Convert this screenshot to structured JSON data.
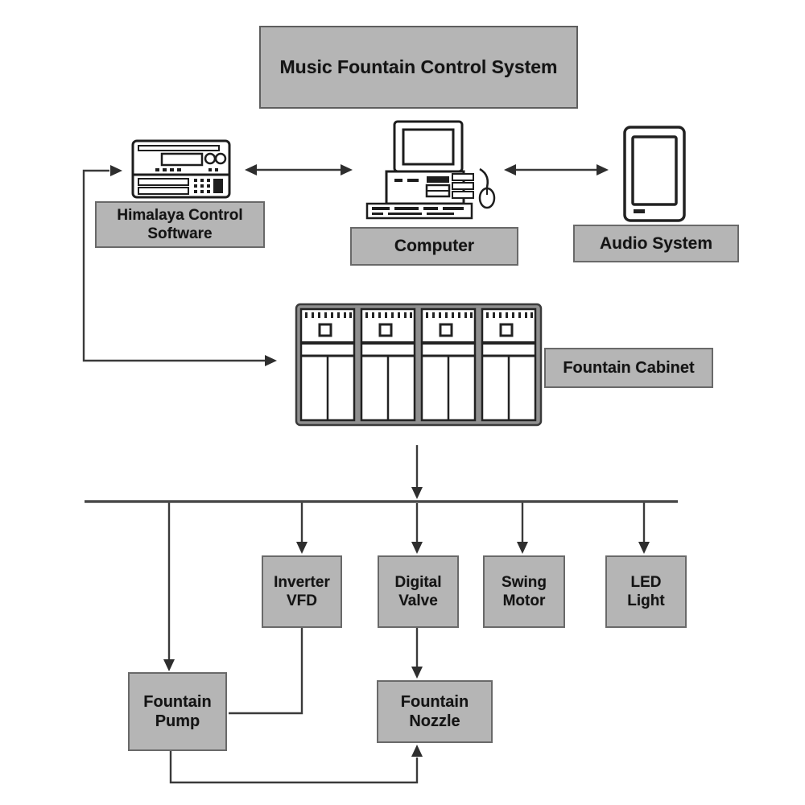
{
  "diagram": {
    "title": "Music Fountain Control System",
    "colors": {
      "box_fill": "#b5b5b5",
      "box_border": "#696969",
      "wire": "#3a3a3a",
      "bus": "#4a4a4a",
      "text": "#141414",
      "background": "#ffffff"
    },
    "nodes": {
      "himalaya": {
        "label": "Himalaya Control Software",
        "lines": [
          "Himalaya Control",
          "Software"
        ]
      },
      "computer": {
        "label": "Computer"
      },
      "audio": {
        "label": "Audio System"
      },
      "cabinet": {
        "label": "Fountain Cabinet"
      },
      "inverter": {
        "label": "Inverter VFD",
        "lines": [
          "Inverter",
          "VFD"
        ]
      },
      "valve": {
        "label": "Digital Valve",
        "lines": [
          "Digital",
          "Valve"
        ]
      },
      "swing": {
        "label": "Swing Motor",
        "lines": [
          "Swing",
          "Motor"
        ]
      },
      "led": {
        "label": "LED Light",
        "lines": [
          "LED",
          "Light"
        ]
      },
      "pump": {
        "label": "Fountain Pump",
        "lines": [
          "Fountain",
          "Pump"
        ]
      },
      "nozzle": {
        "label": "Fountain Nozzle",
        "lines": [
          "Fountain",
          "Nozzle"
        ]
      }
    },
    "icons": [
      "controller-icon",
      "computer-icon",
      "audio-device-icon",
      "fountain-cabinet-icon"
    ],
    "connections": [
      {
        "from": "himalaya",
        "to": "computer",
        "type": "bidirectional-arrow"
      },
      {
        "from": "computer",
        "to": "audio",
        "type": "bidirectional-arrow"
      },
      {
        "from": "himalaya",
        "to": "cabinet",
        "type": "elbow-arrow"
      },
      {
        "from": "cabinet",
        "to": "distribution-bus",
        "type": "arrow"
      },
      {
        "from": "distribution-bus",
        "to": "pump",
        "type": "arrow"
      },
      {
        "from": "distribution-bus",
        "to": "inverter",
        "type": "arrow"
      },
      {
        "from": "distribution-bus",
        "to": "valve",
        "type": "arrow"
      },
      {
        "from": "distribution-bus",
        "to": "swing",
        "type": "arrow"
      },
      {
        "from": "distribution-bus",
        "to": "led",
        "type": "arrow"
      },
      {
        "from": "inverter",
        "to": "pump",
        "type": "plain-elbow"
      },
      {
        "from": "valve",
        "to": "nozzle",
        "type": "arrow"
      },
      {
        "from": "pump",
        "to": "nozzle",
        "type": "elbow-arrow"
      }
    ]
  }
}
